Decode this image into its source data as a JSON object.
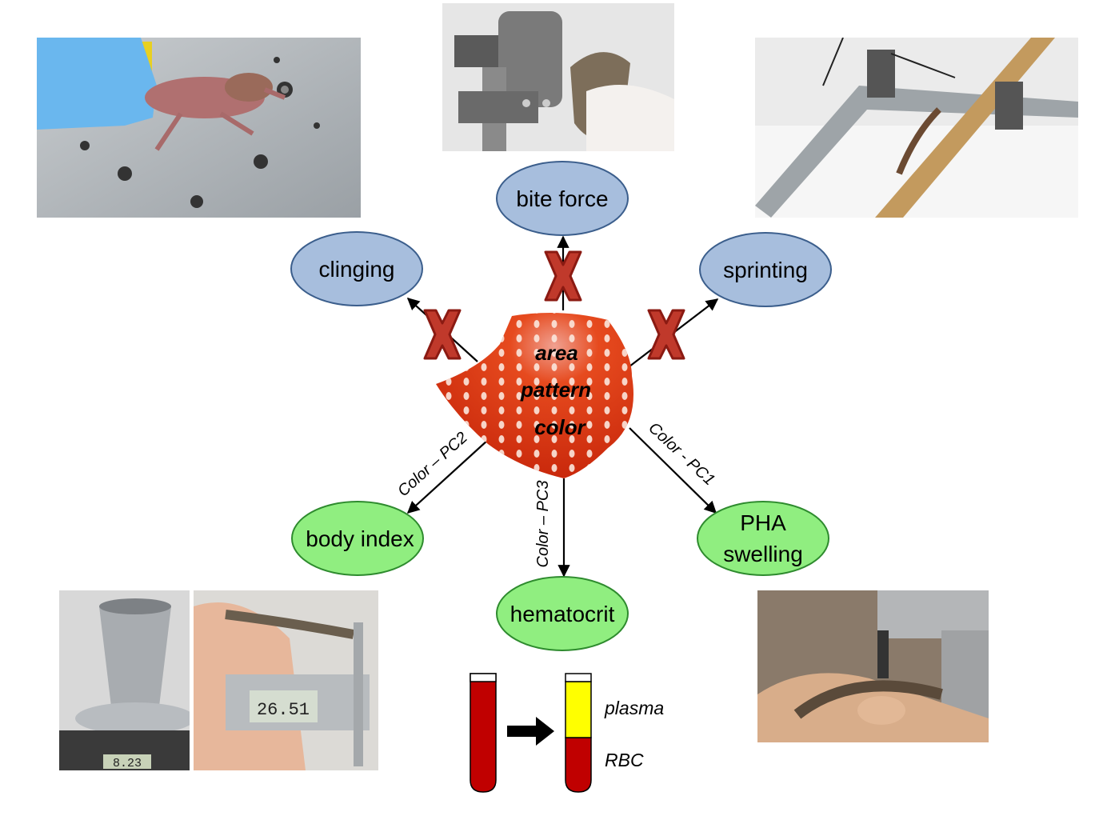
{
  "center": {
    "labels": [
      "area",
      "pattern",
      "color"
    ],
    "color": "#d42a10"
  },
  "performance_nodes": [
    {
      "id": "clinging",
      "label": "clinging"
    },
    {
      "id": "bite-force",
      "label": "bite force"
    },
    {
      "id": "sprinting",
      "label": "sprinting"
    }
  ],
  "condition_nodes": [
    {
      "id": "body-index",
      "label": "body index",
      "edge_label": "Color – PC2"
    },
    {
      "id": "hematocrit",
      "label": "hematocrit",
      "edge_label": "Color – PC3"
    },
    {
      "id": "pha-swelling",
      "label_line1": "PHA",
      "label_line2": "swelling",
      "edge_label": "Color - PC1"
    }
  ],
  "tube_labels": {
    "plasma": "plasma",
    "rbc": "RBC"
  },
  "colors": {
    "performance_fill": "#a7bedd",
    "performance_stroke": "#3b5e8c",
    "condition_fill": "#90ee80",
    "condition_stroke": "#2e8b2e",
    "cross_fill": "#c0392b",
    "cross_stroke": "#8b1a12",
    "blood": "#c00000",
    "plasma": "#ffff00"
  },
  "photos": [
    {
      "name": "clinging-photo",
      "icon": "lizard-on-plate"
    },
    {
      "name": "bite-force-photo",
      "icon": "lizard-bite-meter"
    },
    {
      "name": "sprinting-photo",
      "icon": "lizard-on-racetrack"
    },
    {
      "name": "scale-photo",
      "icon": "lizard-on-scale",
      "readout": "8.23"
    },
    {
      "name": "caliper-photo",
      "icon": "lizard-caliper",
      "readout": "26.51"
    },
    {
      "name": "pha-photo",
      "icon": "lizard-thickness-gauge"
    }
  ]
}
